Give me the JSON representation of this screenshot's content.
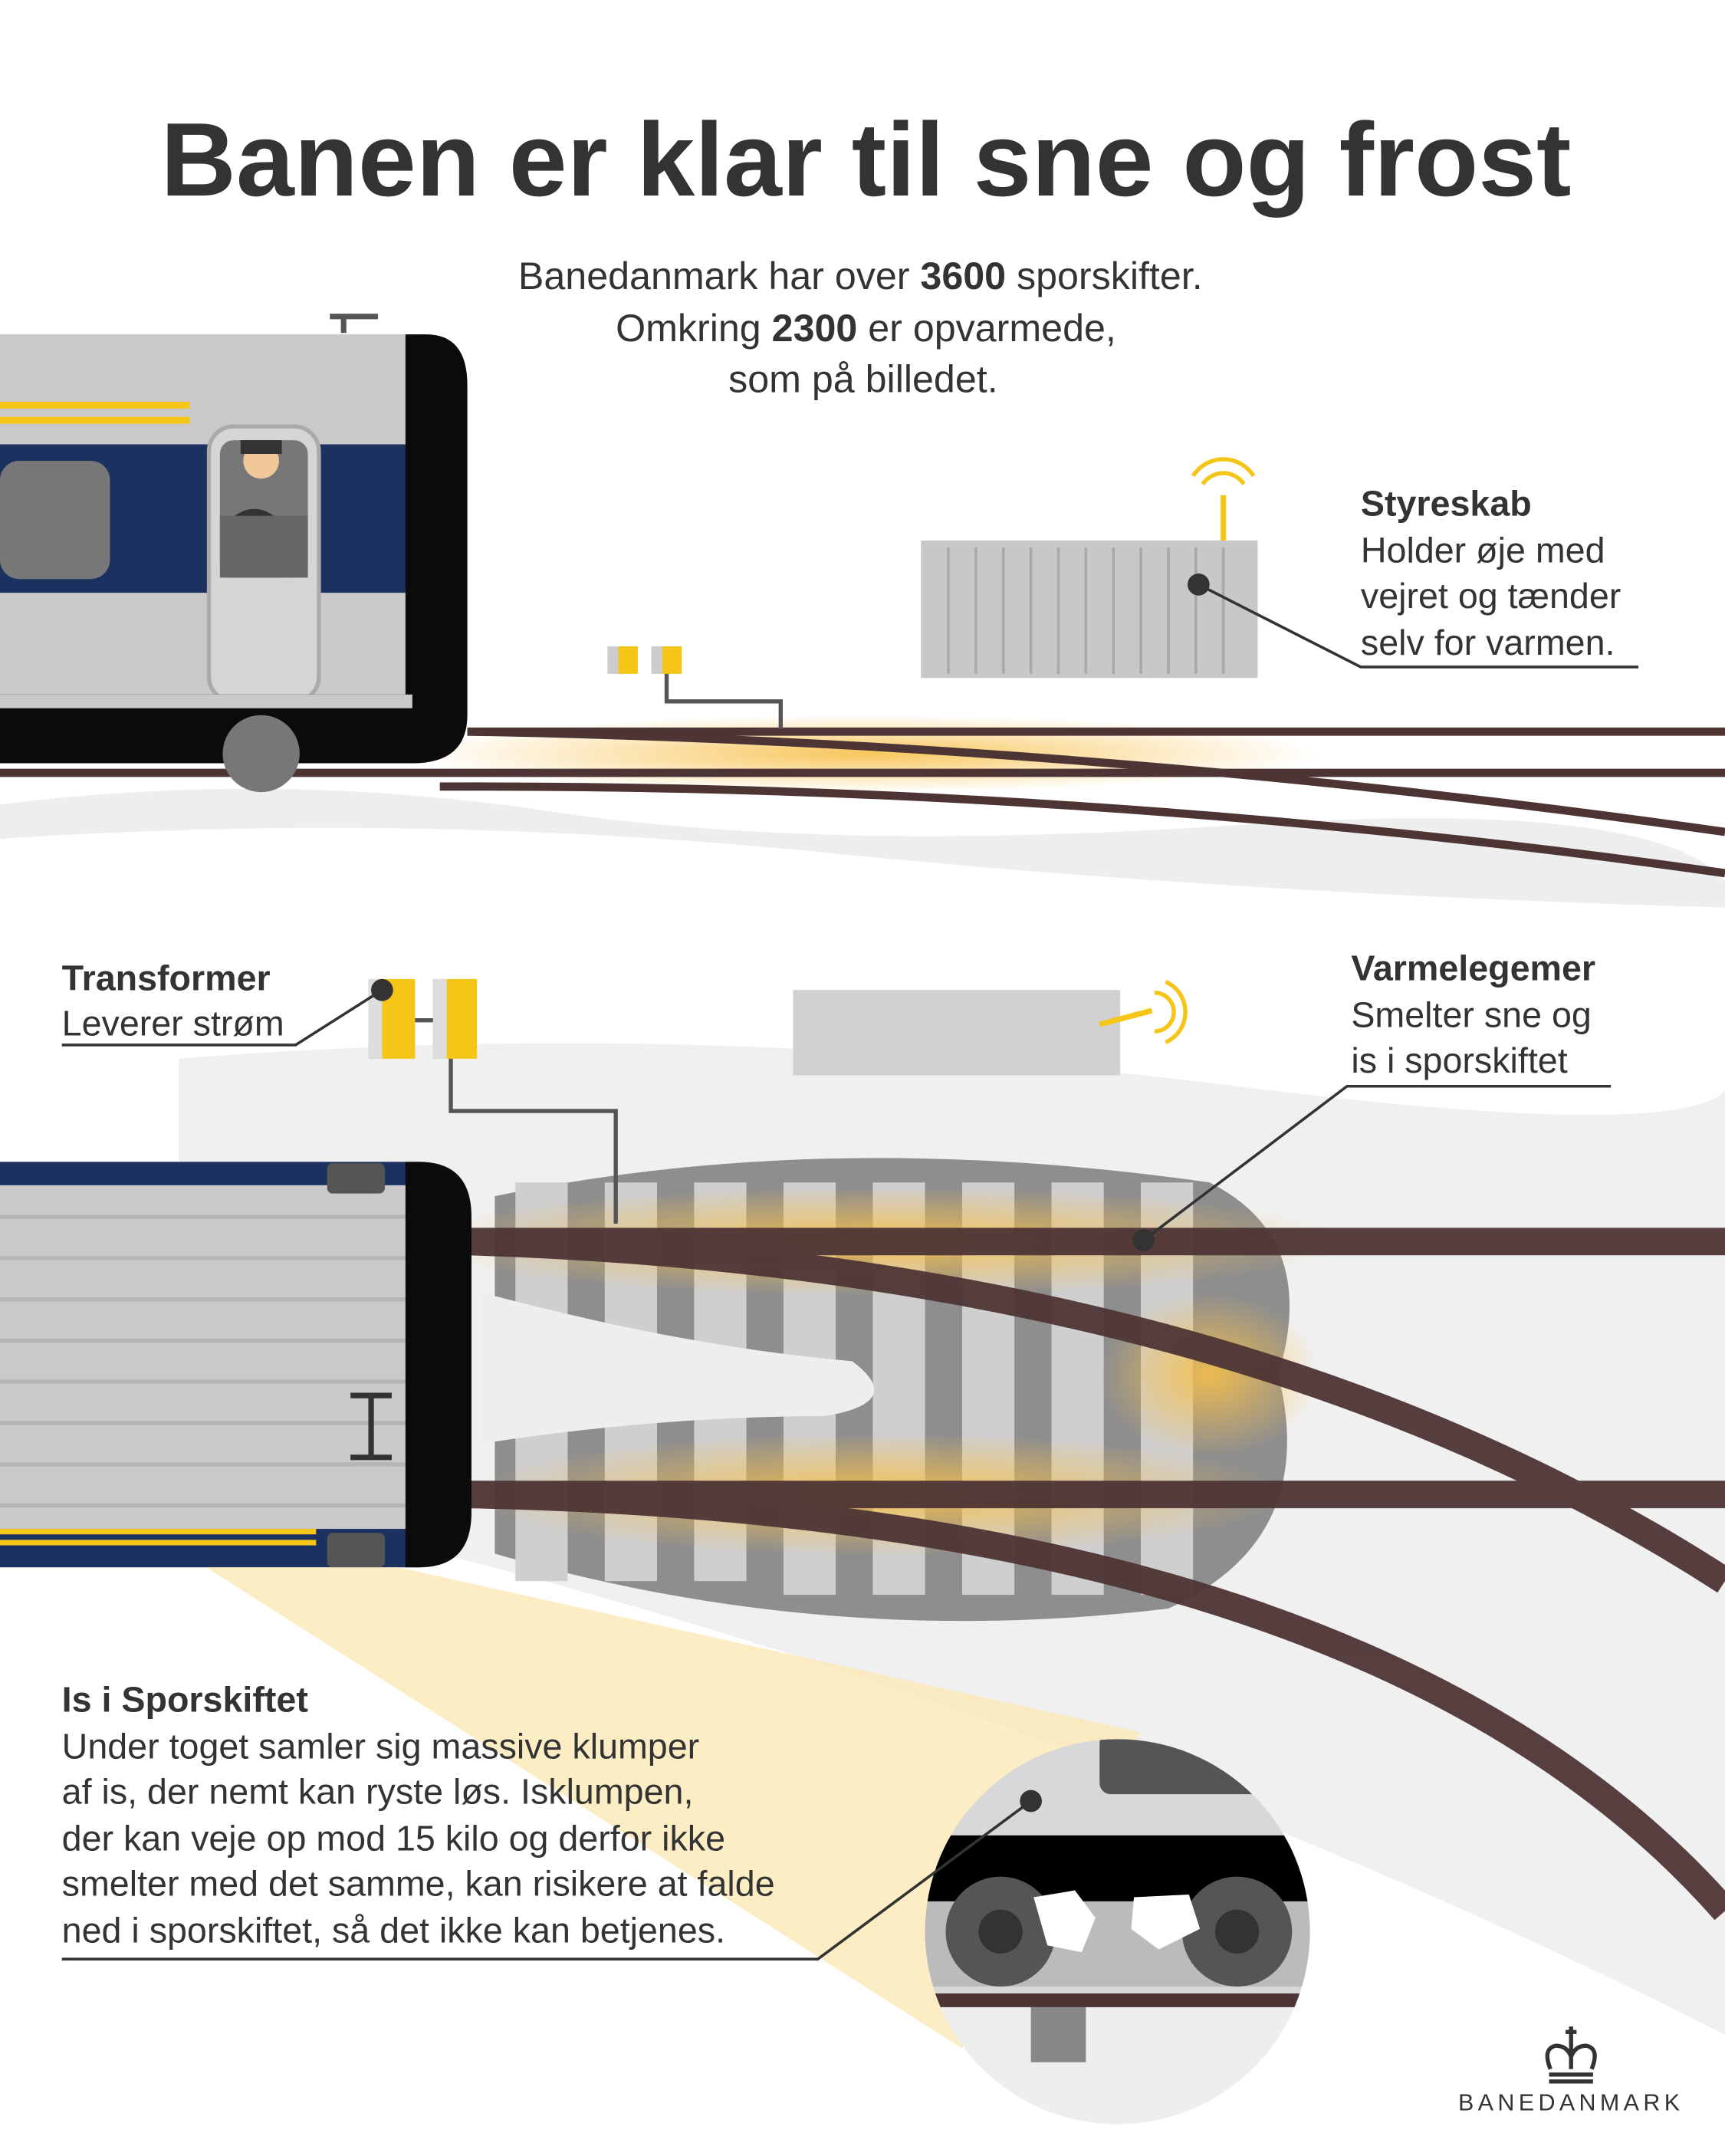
{
  "title": "Banen er klar til sne og frost",
  "intro": {
    "line1_a": "Banedanmark har over ",
    "line1_b": "3600",
    "line1_c": " sporskifter.",
    "line2_a": "Omkring ",
    "line2_b": "2300",
    "line2_c": " er opvarmede,",
    "line3": "som på billedet."
  },
  "callouts": {
    "styreskab": {
      "heading": "Styreskab",
      "lines": [
        "Holder øje med",
        "vejret og tænder",
        "selv for varmen."
      ]
    },
    "transformer": {
      "heading": "Transformer",
      "lines": [
        "Leverer strøm"
      ]
    },
    "varmelegemer": {
      "heading": "Varmelegemer",
      "lines": [
        "Smelter sne og",
        "is i sporskiftet"
      ]
    },
    "is": {
      "heading": "Is i Sporskiftet",
      "lines": [
        "Under toget samler sig massive klumper",
        "af is, der nemt kan ryste løs. Isklumpen,",
        "der kan veje op mod 15 kilo og derfor ikke",
        "smelter med det samme, kan risikere at falde",
        "ned i sporskiftet, så det ikke kan betjenes."
      ]
    }
  },
  "logo": {
    "text": "BANEDANMARK",
    "icon": "crown-icon"
  },
  "colors": {
    "rail": "#4e3535",
    "yellow": "#f5c518",
    "navy": "#1b3260",
    "train_gray": "#c9c9c9",
    "glow": "#f7c04a"
  }
}
